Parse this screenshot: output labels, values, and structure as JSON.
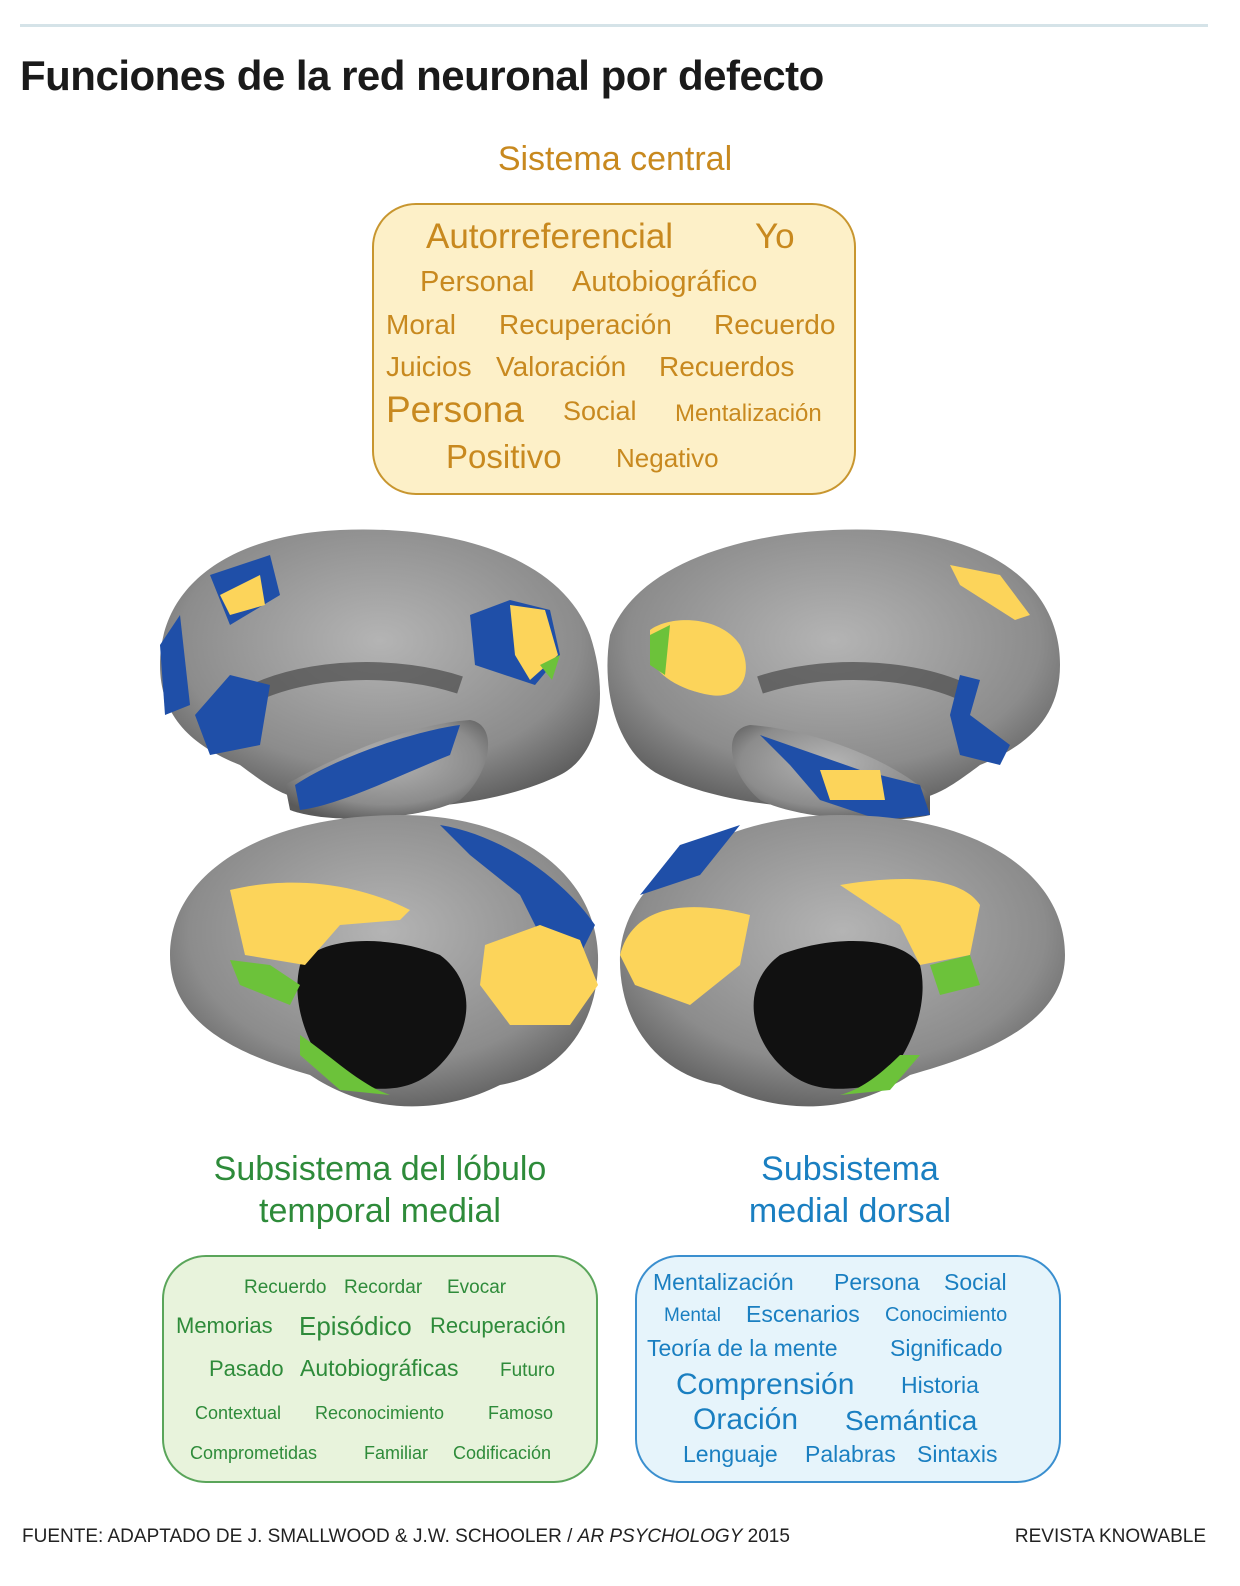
{
  "title": "Funciones de la red neuronal por defecto",
  "central": {
    "heading": "Sistema central",
    "color": "#c8891f",
    "words": [
      "Autorreferencial",
      "Yo",
      "Personal",
      "Autobiográfico",
      "Moral",
      "Recuperación",
      "Recuerdo",
      "Juicios",
      "Valoración",
      "Recuerdos",
      "Persona",
      "Social",
      "Mentalización",
      "Positivo",
      "Negativo"
    ]
  },
  "temporal": {
    "heading_line1": "Subsistema del lóbulo",
    "heading_line2": "temporal medial",
    "color": "#2e8b3a",
    "words": [
      "Recuerdo",
      "Recordar",
      "Evocar",
      "Memorias",
      "Episódico",
      "Recuperación",
      "Pasado",
      "Autobiográficas",
      "Futuro",
      "Contextual",
      "Reconocimiento",
      "Famoso",
      "Comprometidas",
      "Familiar",
      "Codificación"
    ]
  },
  "dorsal": {
    "heading_line1": "Subsistema",
    "heading_line2": "medial dorsal",
    "color": "#1a7fc1",
    "words": [
      "Mentalización",
      "Persona",
      "Social",
      "Mental",
      "Escenarios",
      "Conocimiento",
      "Teoría de la mente",
      "Significado",
      "Comprensión",
      "Historia",
      "Oración",
      "Semántica",
      "Lenguaje",
      "Palabras",
      "Sintaxis"
    ]
  },
  "footer": {
    "source_prefix": "FUENTE: ADAPTADO DE J. SMALLWOOD & J.W. SCHOOLER / ",
    "source_journal": "AR PSYCHOLOGY",
    "source_year": " 2015",
    "credit": "REVISTA KNOWABLE"
  },
  "colors": {
    "yellow": "#fcd45a",
    "blue": "#1f4fa8",
    "green": "#6cc23a",
    "cortex": "#8a8a8a"
  }
}
